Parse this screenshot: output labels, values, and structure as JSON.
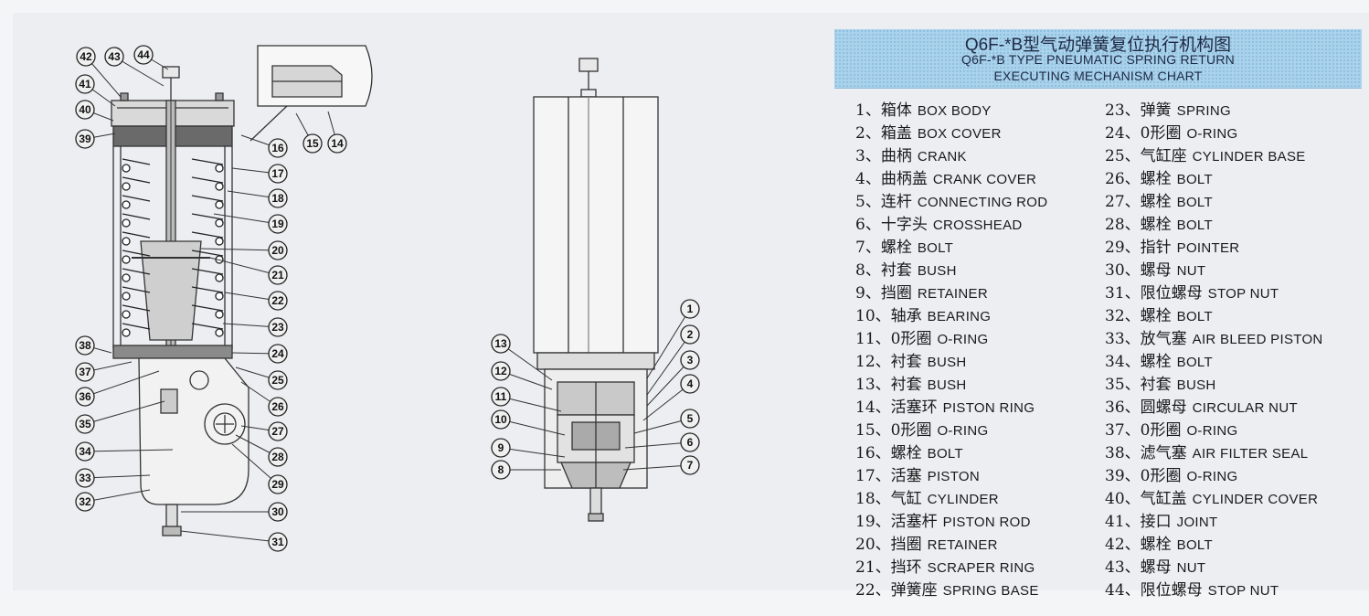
{
  "title": {
    "cn": "Q6F-*B型气动弹簧复位执行机构图",
    "en_line1": "Q6F-*B TYPE PNEUMATIC SPRING RETURN",
    "en_line2": "EXECUTING MECHANISM CHART"
  },
  "colors": {
    "title_band": "#a9d2ec",
    "line": "#333333",
    "paper": "#eceef2"
  },
  "legend": [
    {
      "num": "1、",
      "cn": "箱体",
      "en": "BOX BODY"
    },
    {
      "num": "2、",
      "cn": "箱盖",
      "en": "BOX COVER"
    },
    {
      "num": "3、",
      "cn": "曲柄",
      "en": "CRANK"
    },
    {
      "num": "4、",
      "cn": "曲柄盖",
      "en": "CRANK COVER"
    },
    {
      "num": "5、",
      "cn": "连杆",
      "en": "CONNECTING ROD"
    },
    {
      "num": "6、",
      "cn": "十字头",
      "en": "CROSSHEAD"
    },
    {
      "num": "7、",
      "cn": "螺栓",
      "en": "BOLT"
    },
    {
      "num": "8、",
      "cn": "衬套",
      "en": "BUSH"
    },
    {
      "num": "9、",
      "cn": "挡圈",
      "en": "RETAINER"
    },
    {
      "num": "10、",
      "cn": "轴承",
      "en": "BEARING"
    },
    {
      "num": "11、",
      "cn": "0形圈",
      "en": "O-RING"
    },
    {
      "num": "12、",
      "cn": "衬套",
      "en": "BUSH"
    },
    {
      "num": "13、",
      "cn": "衬套",
      "en": "BUSH"
    },
    {
      "num": "14、",
      "cn": "活塞环",
      "en": "PISTON RING"
    },
    {
      "num": "15、",
      "cn": "0形圈",
      "en": "O-RING"
    },
    {
      "num": "16、",
      "cn": "螺栓",
      "en": "BOLT"
    },
    {
      "num": "17、",
      "cn": "活塞",
      "en": "PISTON"
    },
    {
      "num": "18、",
      "cn": "气缸",
      "en": "CYLINDER"
    },
    {
      "num": "19、",
      "cn": "活塞杆",
      "en": "PISTON ROD"
    },
    {
      "num": "20、",
      "cn": "挡圈",
      "en": "RETAINER"
    },
    {
      "num": "21、",
      "cn": "挡环",
      "en": "SCRAPER RING"
    },
    {
      "num": "22、",
      "cn": "弹簧座",
      "en": "SPRING BASE"
    },
    {
      "num": "23、",
      "cn": "弹簧",
      "en": "SPRING"
    },
    {
      "num": "24、",
      "cn": "0形圈",
      "en": "O-RING"
    },
    {
      "num": "25、",
      "cn": "气缸座",
      "en": "CYLINDER BASE"
    },
    {
      "num": "26、",
      "cn": "螺栓",
      "en": "BOLT"
    },
    {
      "num": "27、",
      "cn": "螺栓",
      "en": "BOLT"
    },
    {
      "num": "28、",
      "cn": "螺栓",
      "en": "BOLT"
    },
    {
      "num": "29、",
      "cn": "指针",
      "en": "POINTER"
    },
    {
      "num": "30、",
      "cn": "螺母",
      "en": "NUT"
    },
    {
      "num": "31、",
      "cn": "限位螺母",
      "en": "STOP NUT"
    },
    {
      "num": "32、",
      "cn": "螺栓",
      "en": "BOLT"
    },
    {
      "num": "33、",
      "cn": "放气塞",
      "en": "AIR BLEED PISTON"
    },
    {
      "num": "34、",
      "cn": "螺栓",
      "en": "BOLT"
    },
    {
      "num": "35、",
      "cn": "衬套",
      "en": "BUSH"
    },
    {
      "num": "36、",
      "cn": "圆螺母",
      "en": "CIRCULAR NUT"
    },
    {
      "num": "37、",
      "cn": "0形圈",
      "en": "O-RING"
    },
    {
      "num": "38、",
      "cn": "滤气塞",
      "en": "AIR FILTER SEAL"
    },
    {
      "num": "39、",
      "cn": "0形圈",
      "en": "O-RING"
    },
    {
      "num": "40、",
      "cn": "气缸盖",
      "en": "CYLINDER COVER"
    },
    {
      "num": "41、",
      "cn": "接口",
      "en": "JOINT"
    },
    {
      "num": "42、",
      "cn": "螺栓",
      "en": "BOLT"
    },
    {
      "num": "43、",
      "cn": "螺母",
      "en": "NUT"
    },
    {
      "num": "44、",
      "cn": "限位螺母",
      "en": "STOP NUT"
    }
  ],
  "callouts_left_view": [
    "42",
    "43",
    "44",
    "41",
    "40",
    "39",
    "16",
    "15",
    "14",
    "17",
    "18",
    "19",
    "20",
    "21",
    "22",
    "23",
    "38",
    "24",
    "37",
    "25",
    "36",
    "26",
    "35",
    "27",
    "34",
    "28",
    "33",
    "29",
    "32",
    "30",
    "31"
  ],
  "callouts_right_view": [
    "1",
    "2",
    "3",
    "4",
    "5",
    "6",
    "7",
    "8",
    "9",
    "10",
    "11",
    "12",
    "13"
  ]
}
